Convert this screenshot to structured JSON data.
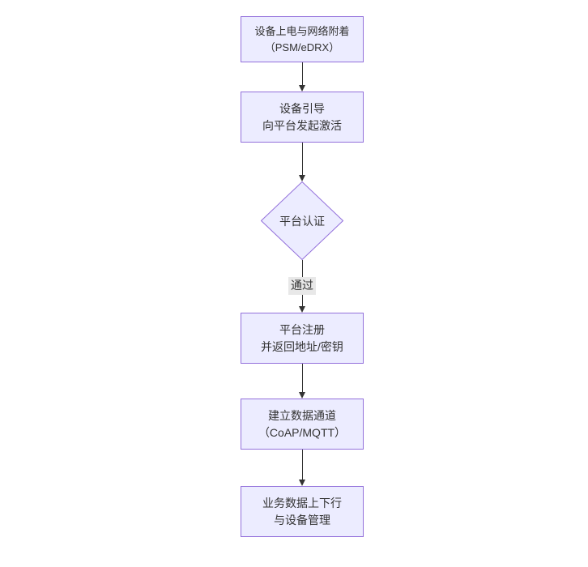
{
  "diagram": {
    "type": "flowchart",
    "direction": "top-down",
    "nodes": [
      {
        "id": "power-attach",
        "shape": "rect",
        "lines": [
          "设备上电与网络附着",
          "（PSM/eDRX）"
        ]
      },
      {
        "id": "bootstrap",
        "shape": "rect",
        "lines": [
          "设备引导",
          "向平台发起激活"
        ]
      },
      {
        "id": "platform-auth",
        "shape": "diamond",
        "lines": [
          "平台认证"
        ]
      },
      {
        "id": "platform-register",
        "shape": "rect",
        "lines": [
          "平台注册",
          "并返回地址/密钥"
        ]
      },
      {
        "id": "data-channel",
        "shape": "rect",
        "lines": [
          "建立数据通道",
          "（CoAP/MQTT）"
        ]
      },
      {
        "id": "business-data",
        "shape": "rect",
        "lines": [
          "业务数据上下行",
          "与设备管理"
        ]
      }
    ],
    "edges": [
      {
        "from": "power-attach",
        "to": "bootstrap",
        "label": ""
      },
      {
        "from": "bootstrap",
        "to": "platform-auth",
        "label": ""
      },
      {
        "from": "platform-auth",
        "to": "platform-register",
        "label": "通过"
      },
      {
        "from": "platform-register",
        "to": "data-channel",
        "label": ""
      },
      {
        "from": "data-channel",
        "to": "business-data",
        "label": ""
      }
    ],
    "colors": {
      "node_fill": "#ECECFF",
      "node_border": "#9370DB",
      "edge_line": "#333333",
      "edge_label_bg": "#E8E8E8",
      "text": "#333333",
      "background": "#FFFFFF"
    }
  }
}
